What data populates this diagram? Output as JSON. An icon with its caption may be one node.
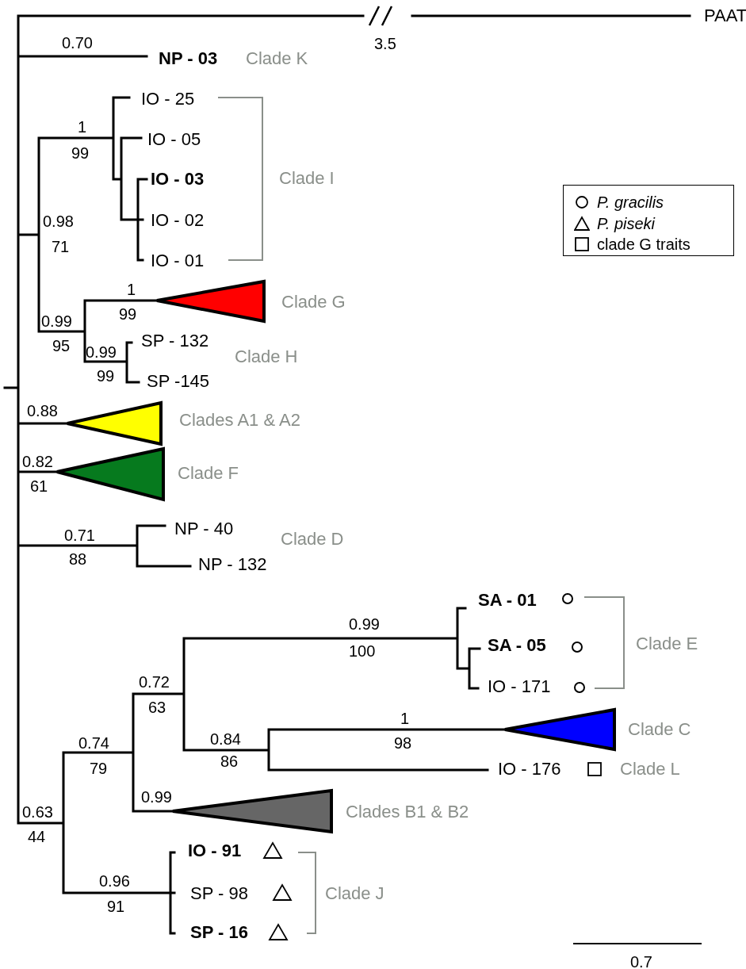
{
  "diagram": {
    "labels": [
      "PAAT",
      "0.70",
      "3.5",
      "NP - 03",
      "Clade K",
      "IO - 25",
      "1",
      "99",
      "IO - 05",
      "IO - 03",
      "Clade I",
      "0.98",
      "IO - 02",
      "71",
      "IO - 01",
      "1",
      "99",
      "Clade G",
      "0.99",
      "95",
      "SP - 132",
      "0.99",
      "Clade H",
      "99",
      "SP -145",
      "0.88",
      "Clades A1 & A2",
      "0.82",
      "Clade F",
      "61",
      "NP - 40",
      "0.71",
      "Clade D",
      "88",
      "NP - 132",
      "SA - 01",
      "0.99",
      "SA - 05",
      "Clade E",
      "100",
      "0.72",
      "IO - 171",
      "63",
      "1",
      "Clade C",
      "0.74",
      "0.84",
      "98",
      "79",
      "86",
      "IO - 176",
      "Clade L",
      "0.99",
      "0.63",
      "Clades B1 & B2",
      "44",
      "IO - 91",
      "0.96",
      "SP - 98",
      "Clade J",
      "91",
      "SP - 16",
      "0.7"
    ],
    "legend": [
      {
        "text": "P. gracilis"
      },
      {
        "text": "P. piseki"
      },
      {
        "text": "clade G traits"
      }
    ]
  }
}
